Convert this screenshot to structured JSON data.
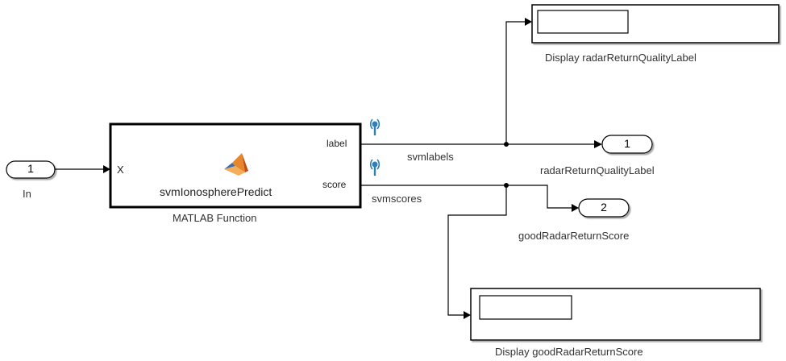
{
  "inport": {
    "number": "1",
    "label": "In"
  },
  "matlab_block": {
    "input_port": "X",
    "output_port_1": "label",
    "output_port_2": "score",
    "function_name": "svmIonospherePredict",
    "caption": "MATLAB Function"
  },
  "signals": {
    "labels": "svmlabels",
    "scores": "svmscores"
  },
  "outport_1": {
    "number": "1",
    "label": "radarReturnQualityLabel"
  },
  "outport_2": {
    "number": "2",
    "label": "goodRadarReturnScore"
  },
  "display_1": {
    "label": "Display radarReturnQualityLabel"
  },
  "display_2": {
    "label": "Display goodRadarReturnScore"
  },
  "colors": {
    "line": "#000000",
    "block_border": "#000000",
    "logging_icon": "#2c7fb8"
  },
  "icons": {
    "matlab": "matlab-logo-icon",
    "logging": "signal-logging-icon"
  }
}
